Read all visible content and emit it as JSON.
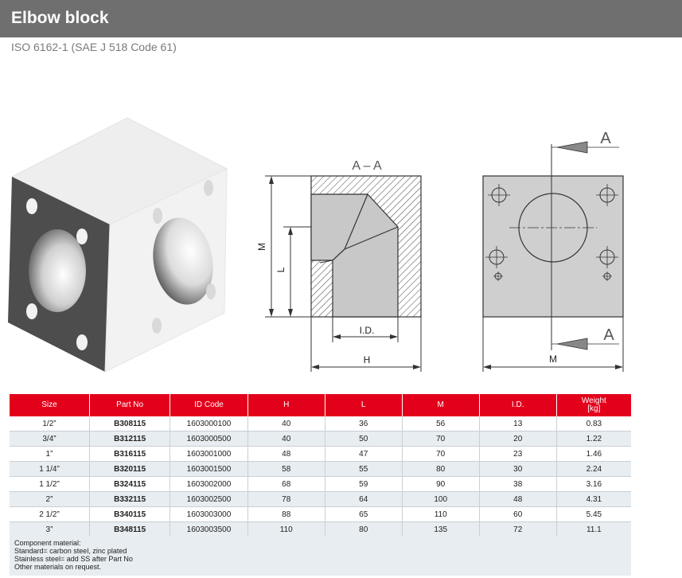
{
  "header": {
    "title": "Elbow block",
    "subtitle": "ISO 6162-1 (SAE J 518 Code 61)"
  },
  "drawing": {
    "section_label": "A – A",
    "section_marker": "A",
    "dim_m": "M",
    "dim_l": "L",
    "dim_id": "I.D.",
    "dim_h": "H"
  },
  "table": {
    "columns": [
      "Size",
      "Part No",
      "ID Code",
      "H",
      "L",
      "M",
      "I.D.",
      "Weight\n[kg]"
    ],
    "rows": [
      [
        "1/2”",
        "B308115",
        "1603000100",
        "40",
        "36",
        "56",
        "13",
        "0.83"
      ],
      [
        "3/4”",
        "B312115",
        "1603000500",
        "40",
        "50",
        "70",
        "20",
        "1.22"
      ],
      [
        "1”",
        "B316115",
        "1603001000",
        "48",
        "47",
        "70",
        "23",
        "1.46"
      ],
      [
        "1 1/4”",
        "B320115",
        "1603001500",
        "58",
        "55",
        "80",
        "30",
        "2.24"
      ],
      [
        "1 1/2”",
        "B324115",
        "1603002000",
        "68",
        "59",
        "90",
        "38",
        "3.16"
      ],
      [
        "2”",
        "B332115",
        "1603002500",
        "78",
        "64",
        "100",
        "48",
        "4.31"
      ],
      [
        "2 1/2”",
        "B340115",
        "1603003000",
        "88",
        "65",
        "110",
        "60",
        "5.45"
      ],
      [
        "3”",
        "B348115",
        "1603003500",
        "110",
        "80",
        "135",
        "72",
        "11.1"
      ]
    ]
  },
  "notes": [
    "Component material:",
    "Standard= carbon steel, zinc plated",
    "Stainless steel= add SS after Part No",
    "Other materials on request."
  ],
  "colors": {
    "header_bg": "#6f6f6f",
    "table_header": "#e3001b",
    "row_alt": "#e7edf1"
  }
}
